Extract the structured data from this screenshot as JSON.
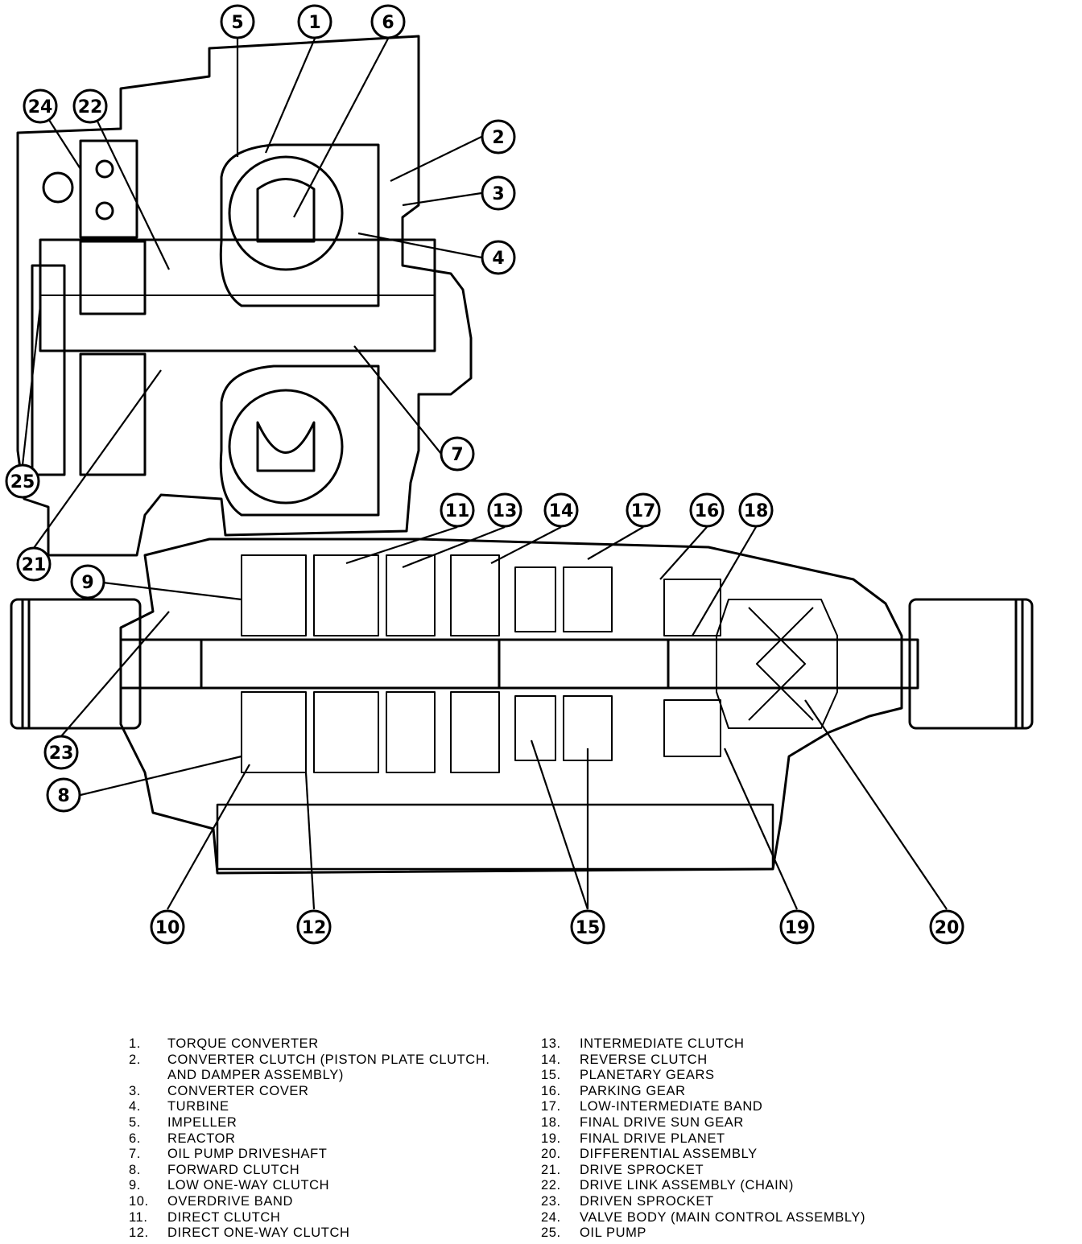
{
  "callouts": [
    "1",
    "2",
    "3",
    "4",
    "5",
    "6",
    "7",
    "8",
    "9",
    "10",
    "11",
    "12",
    "13",
    "14",
    "15",
    "16",
    "17",
    "18",
    "19",
    "20",
    "21",
    "22",
    "23",
    "24",
    "25"
  ],
  "legend_left": [
    {
      "num": "1.",
      "text": "TORQUE CONVERTER"
    },
    {
      "num": "2.",
      "text": "CONVERTER CLUTCH (PISTON PLATE CLUTCH.\nAND DAMPER ASSEMBLY)"
    },
    {
      "num": "3.",
      "text": "CONVERTER COVER"
    },
    {
      "num": "4.",
      "text": "TURBINE"
    },
    {
      "num": "5.",
      "text": "IMPELLER"
    },
    {
      "num": "6.",
      "text": "REACTOR"
    },
    {
      "num": "7.",
      "text": "OIL PUMP DRIVESHAFT"
    },
    {
      "num": "8.",
      "text": "FORWARD CLUTCH"
    },
    {
      "num": "9.",
      "text": "LOW ONE-WAY CLUTCH"
    },
    {
      "num": "10.",
      "text": "OVERDRIVE BAND"
    },
    {
      "num": "11.",
      "text": "DIRECT CLUTCH"
    },
    {
      "num": "12.",
      "text": "DIRECT ONE-WAY CLUTCH"
    }
  ],
  "legend_right": [
    {
      "num": "13.",
      "text": "INTERMEDIATE CLUTCH"
    },
    {
      "num": "14.",
      "text": "REVERSE CLUTCH"
    },
    {
      "num": "15.",
      "text": "PLANETARY GEARS"
    },
    {
      "num": "16.",
      "text": "PARKING GEAR"
    },
    {
      "num": "17.",
      "text": "LOW-INTERMEDIATE BAND"
    },
    {
      "num": "18.",
      "text": "FINAL DRIVE SUN GEAR"
    },
    {
      "num": "19.",
      "text": "FINAL DRIVE PLANET"
    },
    {
      "num": "20.",
      "text": "DIFFERENTIAL ASSEMBLY"
    },
    {
      "num": "21.",
      "text": "DRIVE SPROCKET"
    },
    {
      "num": "22.",
      "text": "DRIVE LINK ASSEMBLY (CHAIN)"
    },
    {
      "num": "23.",
      "text": "DRIVEN SPROCKET"
    },
    {
      "num": "24.",
      "text": "VALVE BODY (MAIN CONTROL ASSEMBLY)"
    },
    {
      "num": "25.",
      "text": "OIL PUMP"
    }
  ]
}
